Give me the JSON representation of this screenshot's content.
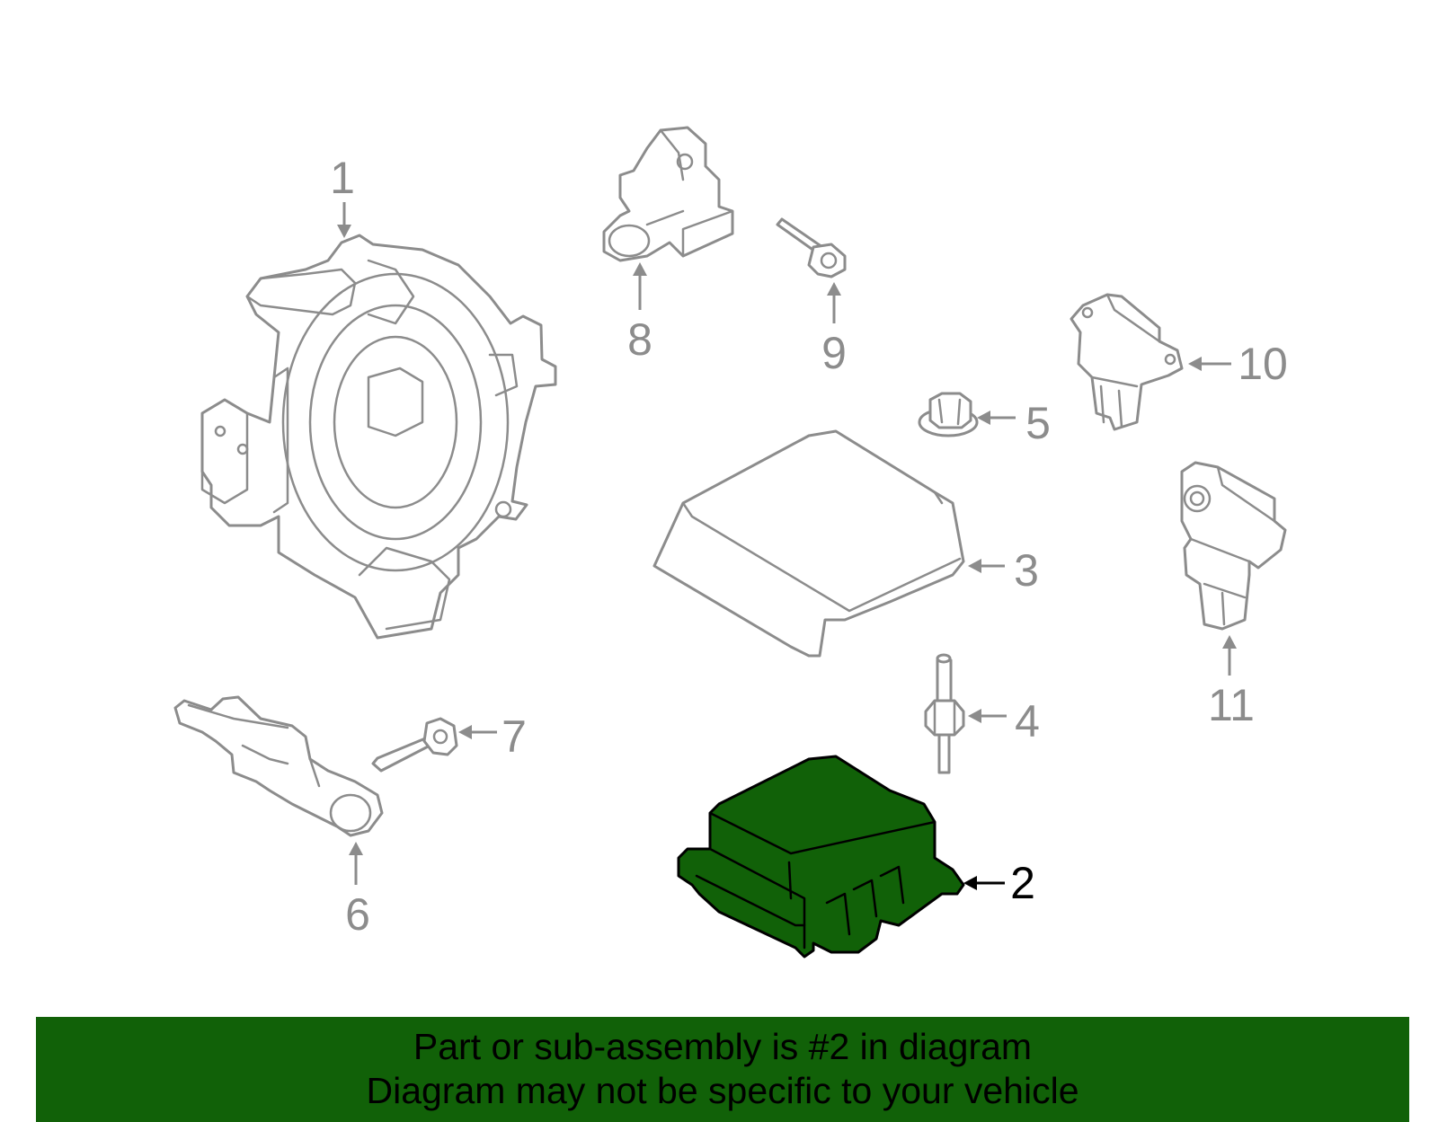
{
  "diagram": {
    "highlight_color": "#116108",
    "line_color": "#8c8c8c",
    "highlighted_part": "2",
    "callouts": {
      "c1": "1",
      "c2": "2",
      "c3": "3",
      "c4": "4",
      "c5": "5",
      "c6": "6",
      "c7": "7",
      "c8": "8",
      "c9": "9",
      "c10": "10",
      "c11": "11"
    }
  },
  "banner": {
    "line1": "Part or sub-assembly is #2 in diagram",
    "line2": "Diagram may not be specific to your vehicle",
    "background": "#116108"
  }
}
